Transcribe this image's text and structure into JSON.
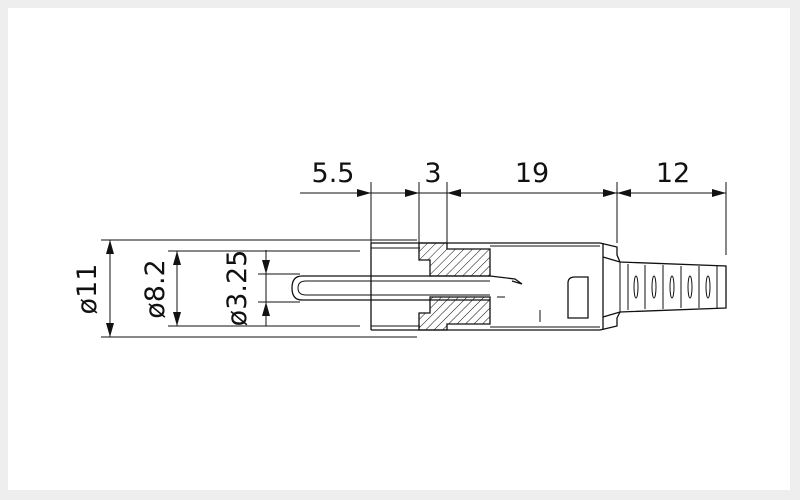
{
  "drawing": {
    "dimensions": {
      "top": [
        "5.5",
        "3",
        "19",
        "12"
      ],
      "diameters": [
        "ø11",
        "ø8.2",
        "ø3.25"
      ]
    },
    "colors": {
      "background": "#eeeeee",
      "paper": "#ffffff",
      "line": "#111111"
    }
  }
}
